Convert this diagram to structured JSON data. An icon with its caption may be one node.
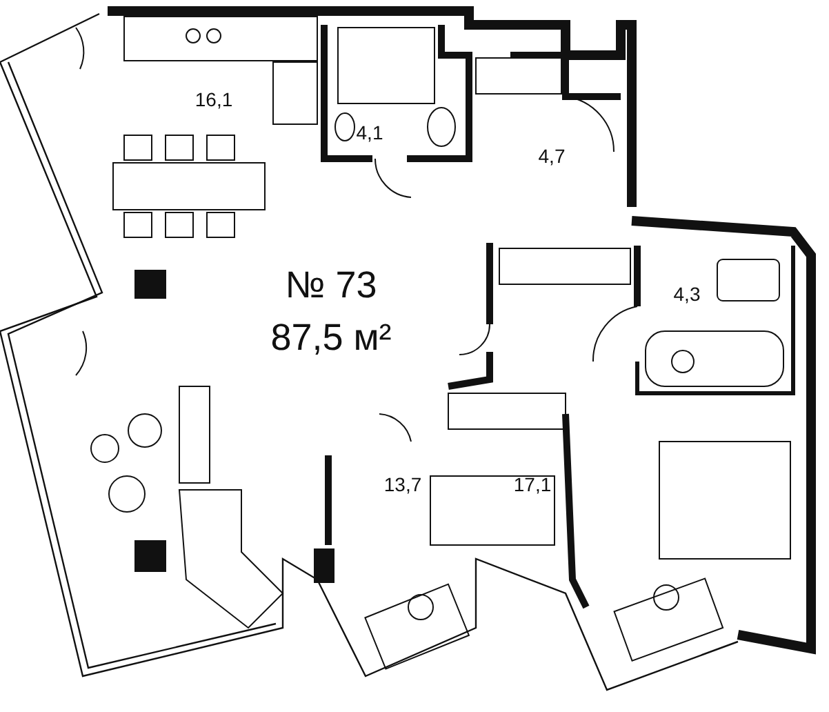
{
  "diagram": {
    "labels": [
      "16,1",
      "4,1",
      "4,7",
      "№ 73",
      "87,5 м²",
      "4,3",
      "13,7",
      "17,1"
    ]
  }
}
